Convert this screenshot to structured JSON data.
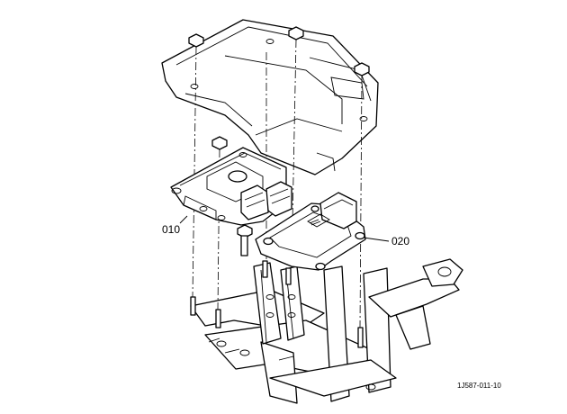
{
  "callouts": {
    "part_010": "010",
    "part_020": "020"
  },
  "drawing_code": "1J587-011-10"
}
